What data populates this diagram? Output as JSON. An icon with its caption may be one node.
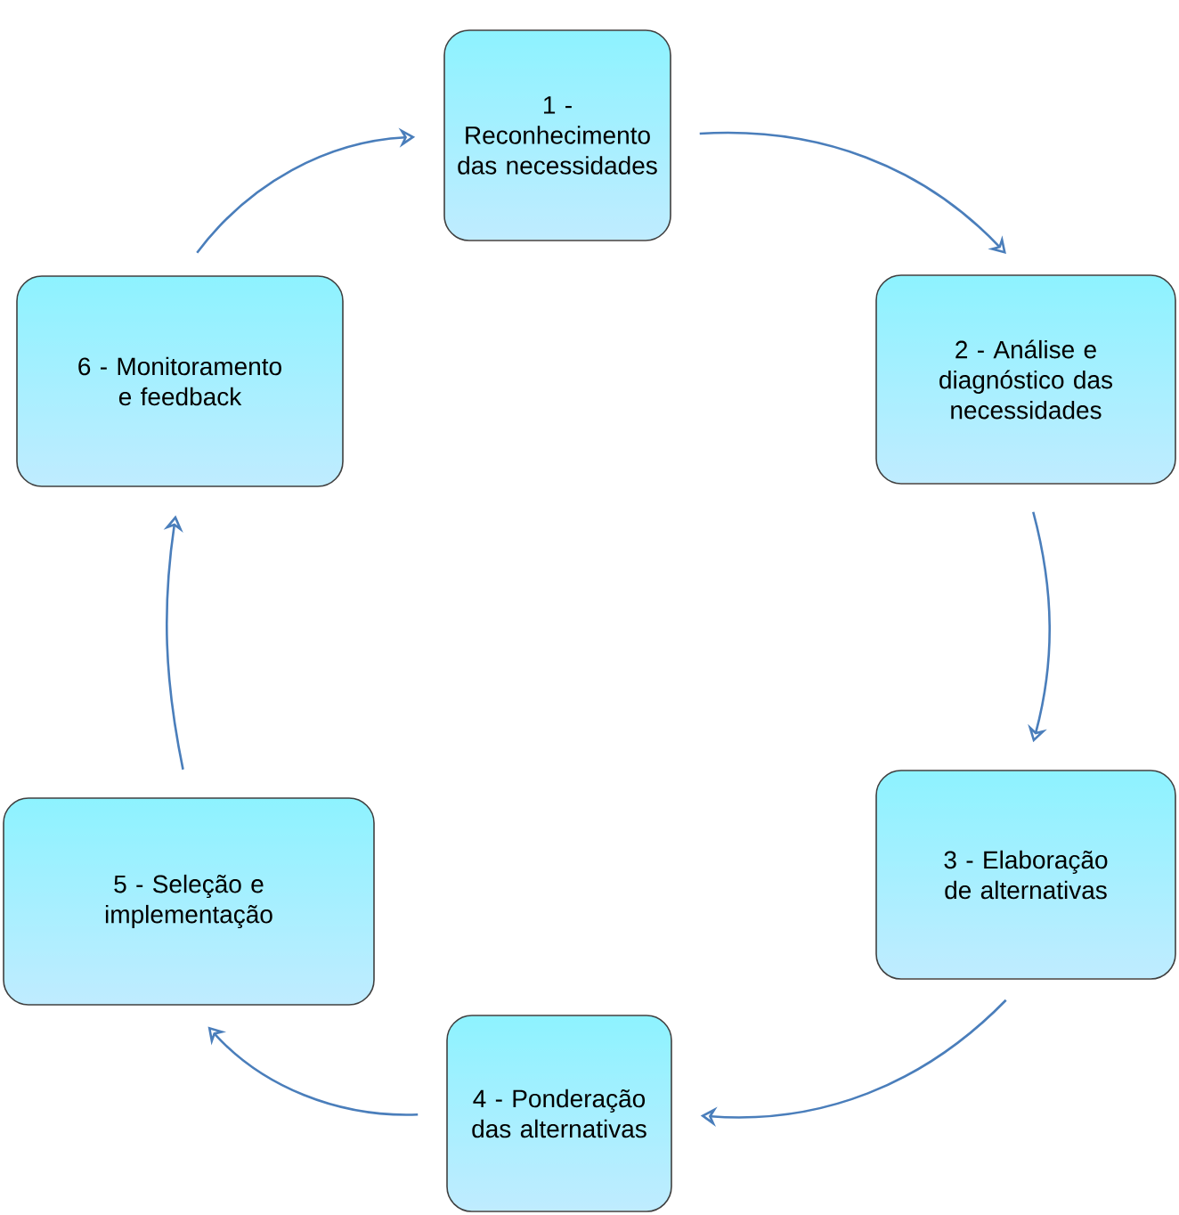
{
  "diagram": {
    "nodes": [
      {
        "text": [
          "1 - Reconhecimento das necessidades"
        ]
      },
      {
        "text": [
          "2 - Análise e diagnóstico das necessidades"
        ]
      },
      {
        "text": [
          "3 - Elaboração de alternativas"
        ]
      },
      {
        "text": [
          "4 - Ponderação das alternativas"
        ]
      },
      {
        "text": [
          "5 - Seleção e implementação"
        ]
      },
      {
        "text": [
          "6 - Monitoramento e feedback"
        ]
      }
    ],
    "edges": [
      {
        "from": 0,
        "to": 1,
        "arrow": "to"
      },
      {
        "from": 1,
        "to": 2,
        "arrow": "to"
      },
      {
        "from": 2,
        "to": 3,
        "arrow": "to"
      },
      {
        "from": 3,
        "to": 4,
        "arrow": "to"
      },
      {
        "from": 4,
        "to": 5,
        "arrow": "to"
      },
      {
        "from": 5,
        "to": 0,
        "arrow": "to"
      }
    ]
  }
}
